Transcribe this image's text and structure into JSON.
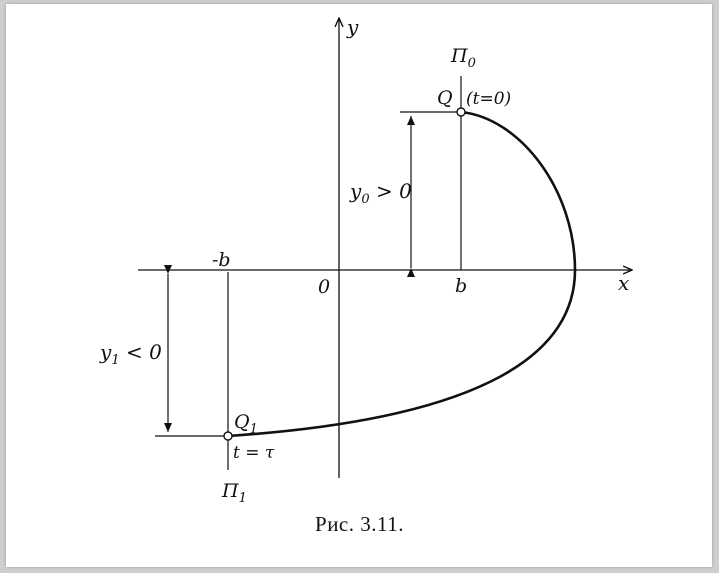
{
  "figure": {
    "axis_y_label": "y",
    "axis_x_label": "x",
    "origin_label": "0",
    "b_label": "b",
    "neg_b_label": "-b",
    "pi0_label": "П",
    "pi0_sub": "0",
    "q_label": "Q",
    "t0_label": "(t=0)",
    "y0_label": "y",
    "y0_sub": "0",
    "y0_rel": " > 0",
    "y1_label": "y",
    "y1_sub": "1",
    "y1_rel": " < 0",
    "q1_label": "Q",
    "q1_sub": "1",
    "ttau_label": "t = τ",
    "pi1_label": "П",
    "pi1_sub": "1"
  },
  "caption": "Рис. 3.11."
}
